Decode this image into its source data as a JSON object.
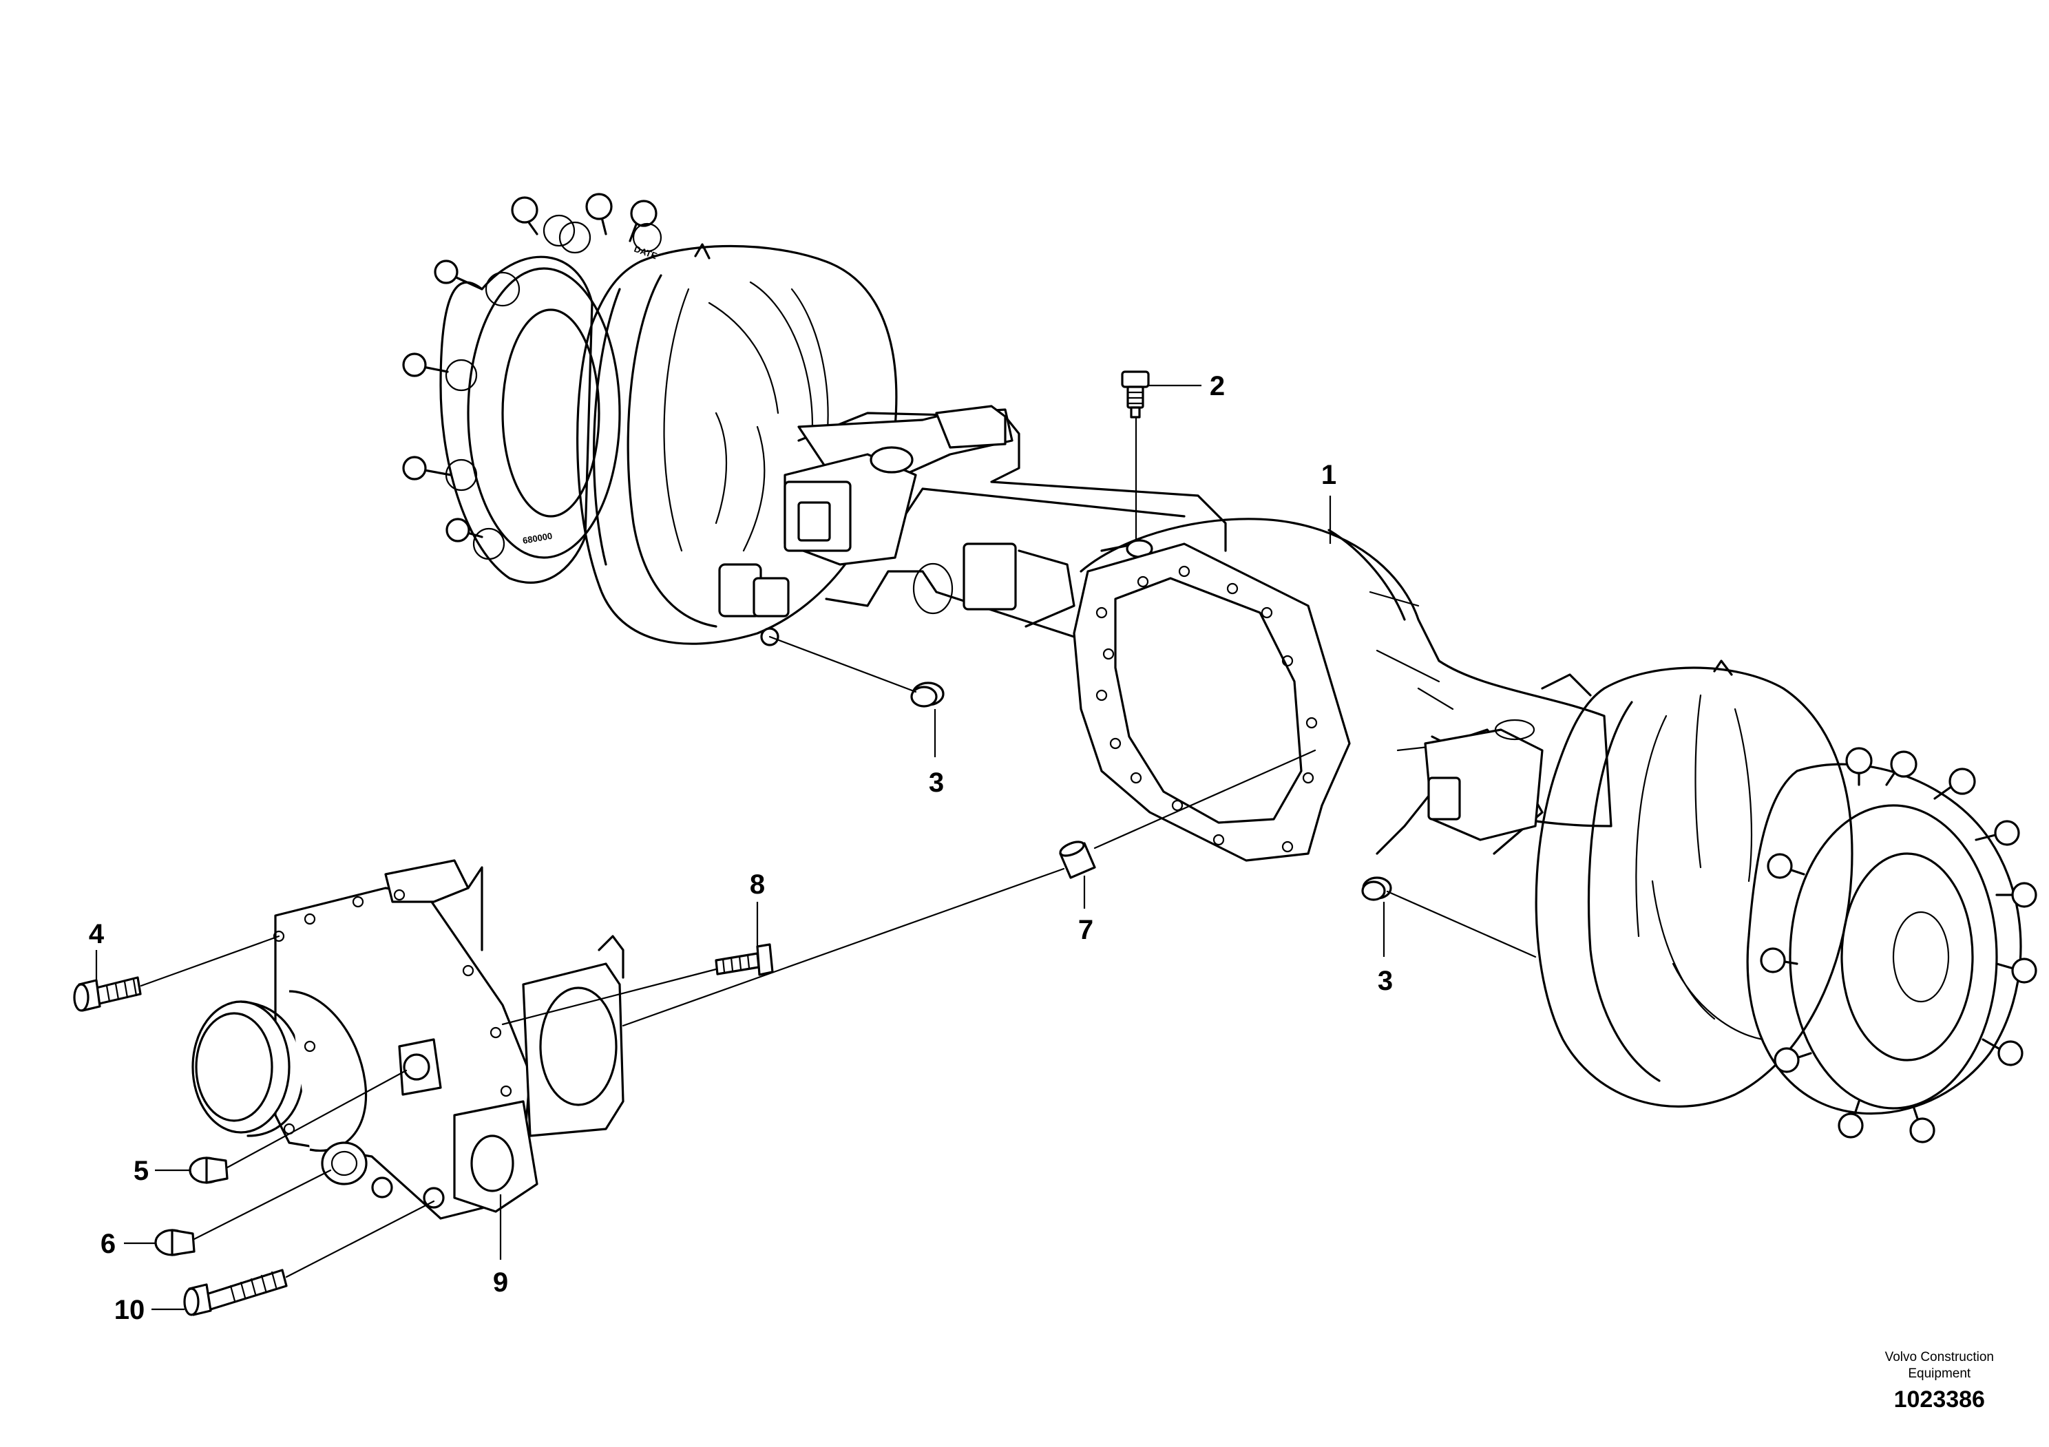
{
  "callouts": [
    {
      "id": "1",
      "label": "1"
    },
    {
      "id": "2",
      "label": "2"
    },
    {
      "id": "3a",
      "label": "3"
    },
    {
      "id": "3b",
      "label": "3"
    },
    {
      "id": "4",
      "label": "4"
    },
    {
      "id": "5",
      "label": "5"
    },
    {
      "id": "6",
      "label": "6"
    },
    {
      "id": "7",
      "label": "7"
    },
    {
      "id": "8",
      "label": "8"
    },
    {
      "id": "9",
      "label": "9"
    },
    {
      "id": "10",
      "label": "10"
    }
  ],
  "hub_markings": [
    "DATE",
    "680000"
  ],
  "footer": {
    "company_line1": "Volvo Construction",
    "company_line2": "Equipment",
    "reference_number": "1023386"
  }
}
